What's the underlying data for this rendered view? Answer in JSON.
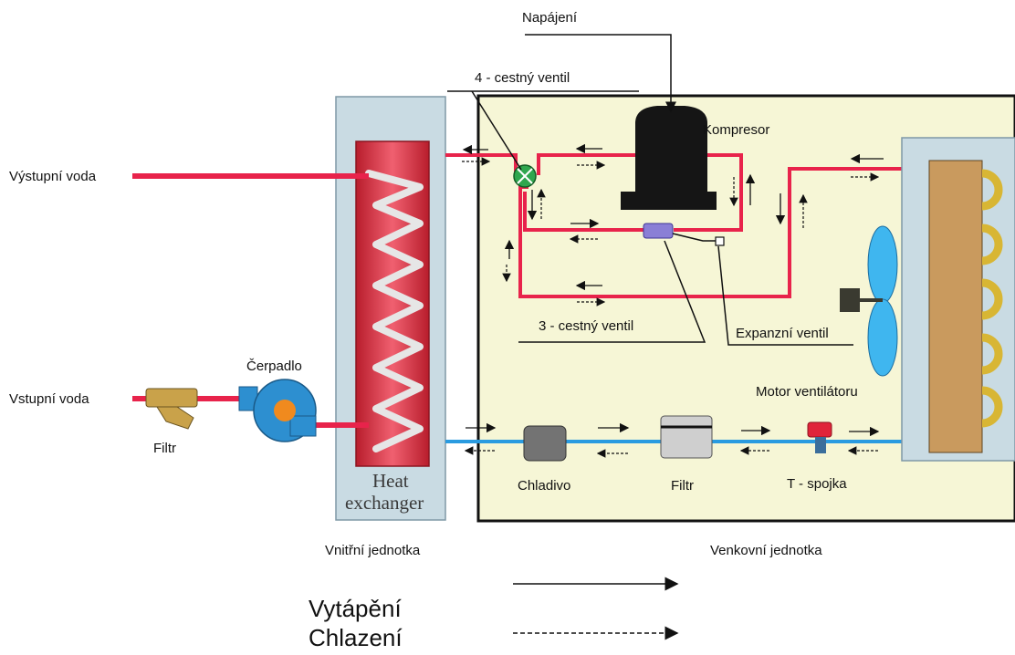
{
  "labels": {
    "power": "Napájení",
    "four_way_valve": "4 - cestný ventil",
    "compressor": "Kompresor",
    "water_out": "Výstupní voda",
    "water_in": "Vstupní voda",
    "pump": "Čerpadlo",
    "filter_in": "Filtr",
    "heat_exchanger_1": "Heat",
    "heat_exchanger_2": "exchanger",
    "three_way_valve": "3 - cestný ventil",
    "expansion_valve": "Expanzní ventil",
    "fan_motor": "Motor ventilátoru",
    "refrigerant": "Chladivo",
    "filter_out": "Filtr",
    "t_joint": "T - spojka",
    "indoor_unit": "Vnitřní jednotka",
    "outdoor_unit": "Venkovní jednotka"
  },
  "legend": {
    "heating": "Vytápění",
    "cooling": "Chlazení"
  },
  "colors": {
    "hot_pipe": "#e8234b",
    "cold_pipe": "#2a9be0",
    "indoor_bg": "#c9dbe3",
    "outdoor_bg": "#f6f6d6",
    "exchanger_red": "#d92a3a",
    "fan_blue": "#3fb6ef",
    "coil_tan": "#c99a5e",
    "coil_yellow": "#e8c83a"
  }
}
